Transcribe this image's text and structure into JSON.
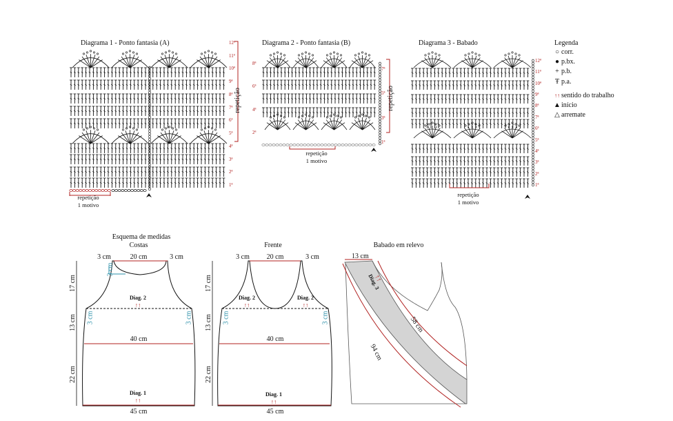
{
  "diagrams": {
    "d1": {
      "title": "Diagrama 1 - Ponto fantasia (A)",
      "rep_label": "repetição",
      "motif_label": "1 motivo",
      "side_label": "repetição",
      "rows": [
        "12ª",
        "11ª",
        "10ª",
        "9ª",
        "8ª",
        "7ª",
        "6ª",
        "5ª",
        "4ª",
        "3ª",
        "2ª",
        "1ª"
      ]
    },
    "d2": {
      "title": "Diagrama 2 - Ponto fantasia (B)",
      "rep_label": "repetição",
      "motif_label": "1 motivo",
      "side_label": "repetição",
      "rows_left": [
        "8ª",
        "6ª",
        "4ª",
        "2ª"
      ],
      "rows_right": [
        "7ª",
        "5ª",
        "3ª",
        "1ª"
      ]
    },
    "d3": {
      "title": "Diagrama 3 - Babado",
      "rep_label": "repetição",
      "motif_label": "1 motivo",
      "rows": [
        "12ª",
        "11ª",
        "10ª",
        "9ª",
        "8ª",
        "7ª",
        "6ª",
        "5ª",
        "4ª",
        "3ª",
        "2ª",
        "1ª"
      ]
    }
  },
  "legend": {
    "title": "Legenda",
    "items": [
      {
        "symbol": "○",
        "label": "corr."
      },
      {
        "symbol": "●",
        "label": "p.bx."
      },
      {
        "symbol": "+",
        "label": "p.b."
      },
      {
        "symbol": "Ŧ",
        "label": "p.a."
      },
      {
        "symbol": "↑↑",
        "label": "sentido do trabalho"
      },
      {
        "symbol": "▲",
        "label": "início"
      },
      {
        "symbol": "△",
        "label": "arremate"
      }
    ]
  },
  "measures": {
    "title": "Esquema de medidas",
    "costas": {
      "title": "Costas",
      "top_left": "3 cm",
      "top_mid": "20 cm",
      "top_right": "3 cm",
      "neck_drop": "3 cm",
      "h1": "17 cm",
      "h2": "13 cm",
      "h3": "22 cm",
      "arm_left": "3 cm",
      "arm_right": "3 cm",
      "width_mid": "40 cm",
      "width_bottom": "45 cm",
      "diag2": "Diag. 2",
      "diag1": "Diag. 1",
      "arrows": "↑↑"
    },
    "frente": {
      "title": "Frente",
      "top_left": "3 cm",
      "top_mid": "20 cm",
      "top_right": "3 cm",
      "h1": "17 cm",
      "h2": "13 cm",
      "h3": "22 cm",
      "arm_left": "3 cm",
      "arm_right": "3 cm",
      "width_mid": "40 cm",
      "width_bottom": "45 cm",
      "diag2_left": "Diag. 2",
      "diag2_right": "Diag. 2",
      "diag1": "Diag. 1",
      "arrows": "↑↑"
    },
    "babado": {
      "title": "Babado em relevo",
      "top": "13 cm",
      "diag3": "Diag. 3",
      "inner": "58 cm",
      "outer": "94 cm",
      "arrows": "↑↑"
    }
  },
  "colors": {
    "accent_red": "#b0201f",
    "teal": "#2a8fa8",
    "fill_gray": "#d4d4d4"
  }
}
